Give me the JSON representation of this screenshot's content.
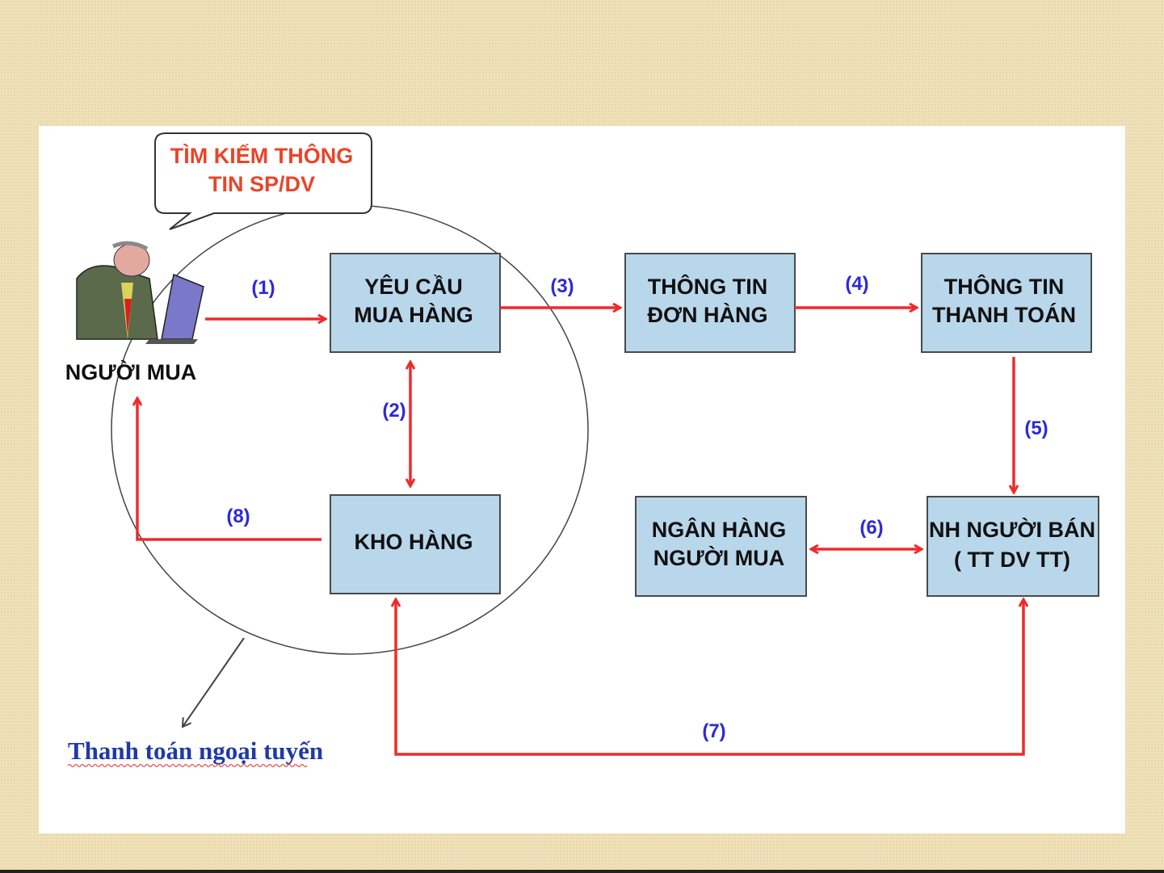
{
  "callout": {
    "line1": "TÌM KIẾM THÔNG",
    "line2": "TIN SP/DV"
  },
  "buyer_label": "NGƯỜI MUA",
  "boxes": {
    "purchase_request": {
      "line1": "YÊU CẦU",
      "line2": "MUA HÀNG"
    },
    "order_info": {
      "line1": "THÔNG TIN",
      "line2": "ĐƠN HÀNG"
    },
    "payment_info": {
      "line1": "THÔNG TIN",
      "line2": "THANH TOÁN"
    },
    "warehouse": {
      "line1": "KHO HÀNG"
    },
    "buyer_bank": {
      "line1": "NGÂN HÀNG",
      "line2": "NGƯỜI MUA"
    },
    "seller_bank": {
      "line1": "NH NGƯỜI BÁN",
      "line2": "( TT DV TT)"
    }
  },
  "steps": [
    "(1)",
    "(2)",
    "(3)",
    "(4)",
    "(5)",
    "(6)",
    "(7)",
    "(8)"
  ],
  "offline_label": "Thanh toán ngoại  tuyến",
  "colors": {
    "arrow": "#ee2b2b",
    "step_label": "#2b2bd6",
    "box_fill": "#b9d7eb",
    "callout_text": "#e8452a"
  }
}
